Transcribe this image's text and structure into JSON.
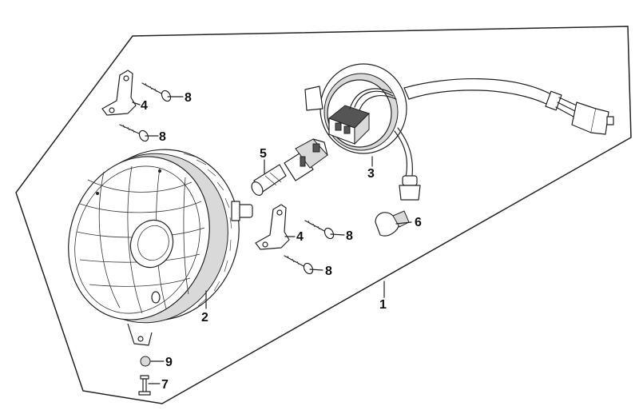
{
  "diagram": {
    "callouts": {
      "c1": "1",
      "c2": "2",
      "c3": "3",
      "c4a": "4",
      "c4b": "4",
      "c5": "5",
      "c6": "6",
      "c7": "7",
      "c8a": "8",
      "c8b": "8",
      "c8c": "8",
      "c8d": "8",
      "c9": "9"
    },
    "colors": {
      "line": "#222222",
      "background": "#ffffff",
      "shade": "#d9d9d9"
    }
  }
}
